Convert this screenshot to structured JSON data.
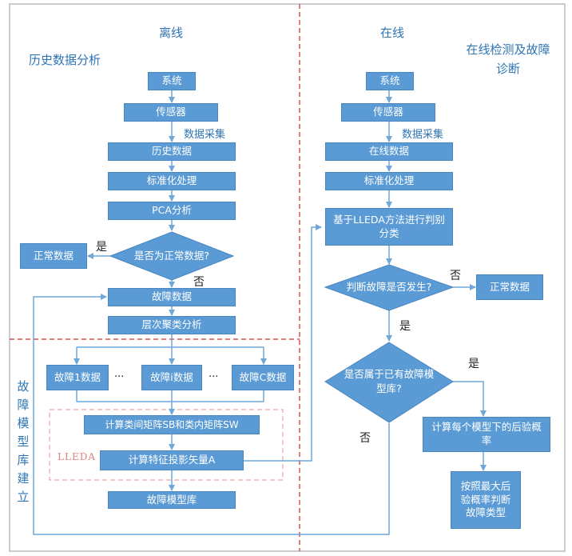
{
  "offline": {
    "section_title": "离线",
    "history_title": "历史数据分析",
    "system": "系统",
    "sensor": "传感器",
    "data_collection": "数据采集",
    "history_data": "历史数据",
    "standardize": "标准化处理",
    "pca": "PCA分析",
    "is_normal": "是否为正常数据?",
    "yes": "是",
    "no": "否",
    "normal_data": "正常数据",
    "fault_data": "故障数据",
    "clustering": "层次聚类分析",
    "fault_1": "故障1数据",
    "fault_i": "故障i数据",
    "fault_c": "故障C数据",
    "ellipsis_1": "···",
    "ellipsis_2": "···",
    "scatter_matrix": "计算类间矩阵SB和类内矩阵SW",
    "projection": "计算特征投影矢量A",
    "lleda": "LLEDA",
    "fault_library": "故障模型库",
    "library_build_title": "故障模型库建立"
  },
  "online": {
    "section_title": "在线",
    "detection_title": "在线检测及故障诊断",
    "system": "系统",
    "sensor": "传感器",
    "data_collection": "数据采集",
    "online_data": "在线数据",
    "standardize": "标准化处理",
    "lleda_classify": "基于LLEDA方法进行判别分类",
    "fault_occurred": "判断故障是否发生?",
    "no": "否",
    "normal_data": "正常数据",
    "yes": "是",
    "in_library": "是否属于已有故障模型库?",
    "yes_2": "是",
    "no_2": "否",
    "posterior": "计算每个模型下的后验概率",
    "max_posterior": "按照最大后验概率判断故障类型"
  },
  "colors": {
    "box_fill": "#5b9bd5",
    "arrow": "#6fa7d9",
    "divider": "#d9534f",
    "label": "#2e75b6"
  }
}
